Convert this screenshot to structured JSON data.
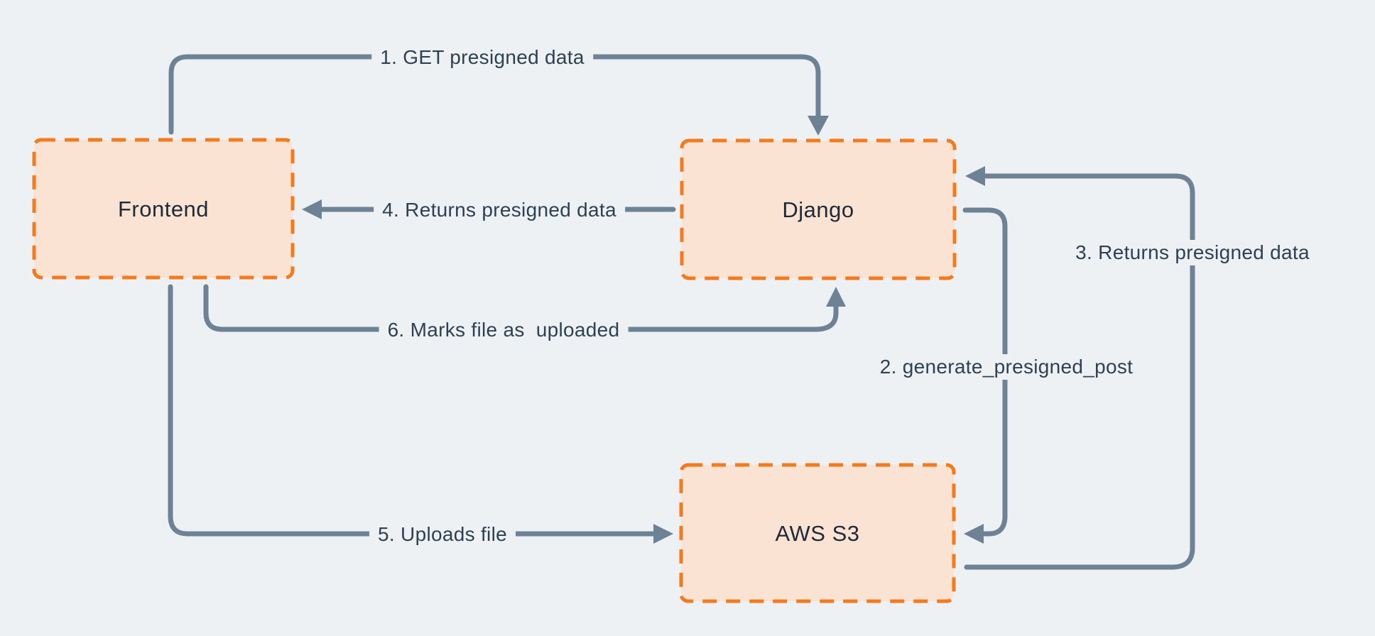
{
  "theme": {
    "background": "#EDF1F4",
    "node_fill": "#FBE3D3",
    "node_border": "#F57A1E",
    "arrow": "#6D8294",
    "node_text": "#1E2A38",
    "label_text": "#2E4153"
  },
  "nodes": [
    {
      "id": "frontend",
      "label": "Frontend"
    },
    {
      "id": "django",
      "label": "Django"
    },
    {
      "id": "aws-s3",
      "label": "AWS S3"
    }
  ],
  "flows": [
    {
      "step": 1,
      "label": "1. GET presigned data",
      "from": "frontend",
      "to": "django"
    },
    {
      "step": 2,
      "label": "2. generate_presigned_post",
      "from": "django",
      "to": "aws-s3"
    },
    {
      "step": 3,
      "label": "3. Returns presigned data",
      "from": "aws-s3",
      "to": "django"
    },
    {
      "step": 4,
      "label": "4. Returns presigned data",
      "from": "django",
      "to": "frontend"
    },
    {
      "step": 5,
      "label": "5. Uploads file",
      "from": "frontend",
      "to": "aws-s3"
    },
    {
      "step": 6,
      "label": "6. Marks file as  uploaded",
      "from": "frontend",
      "to": "django"
    }
  ]
}
